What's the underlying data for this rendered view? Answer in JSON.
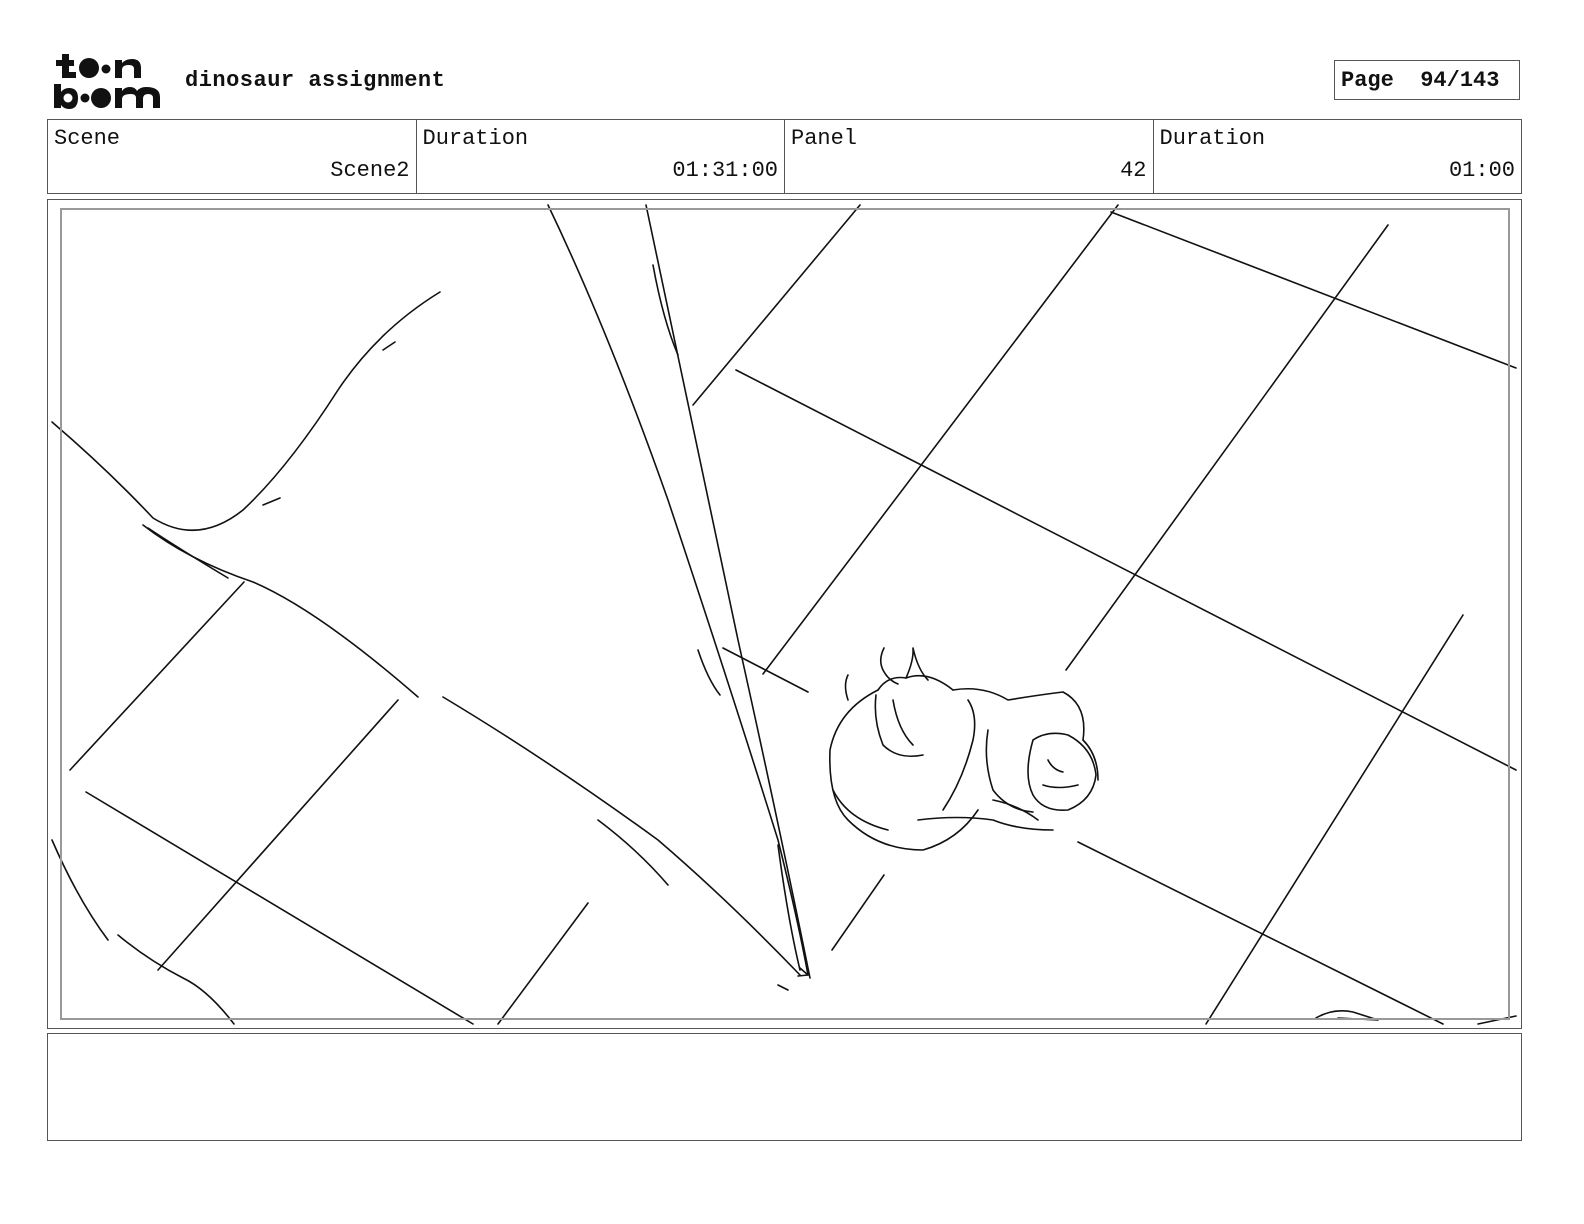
{
  "header": {
    "logo_text": "toon boom",
    "project_title": "dinosaur assignment",
    "page_label": "Page",
    "page_number": "94/143"
  },
  "info": {
    "scene_label": "Scene",
    "scene_value": "Scene2",
    "scene_duration_label": "Duration",
    "scene_duration_value": "01:31:00",
    "panel_label": "Panel",
    "panel_value": "42",
    "panel_duration_label": "Duration",
    "panel_duration_value": "01:00"
  },
  "panel": {
    "image": "storyboard-sketch"
  },
  "notes": {
    "text": ""
  }
}
